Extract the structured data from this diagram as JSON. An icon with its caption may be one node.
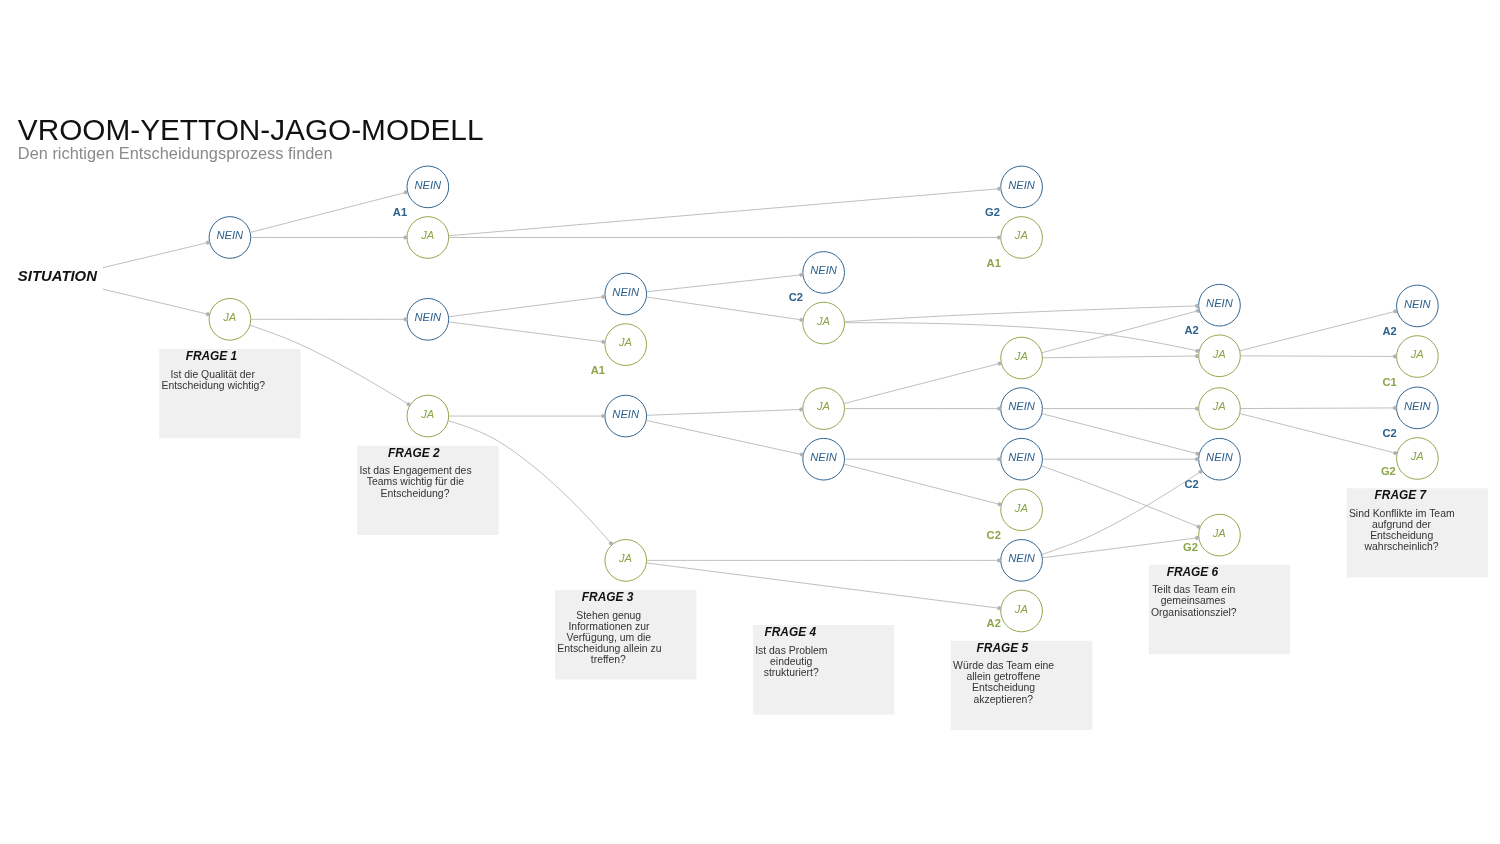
{
  "diagram": {
    "title": "VROOM-YETTON-JAGO-MODELL",
    "caption": "Den richtigen Entscheidungsprozess finden",
    "nodes": [
      {
        "text": [
          "SITUATION"
        ]
      },
      {
        "text": [
          "NEIN"
        ]
      },
      {
        "text": [
          "JA"
        ]
      },
      {
        "text": [
          "NEIN"
        ],
        "beside": [
          "A1"
        ]
      },
      {
        "text": [
          "JA"
        ]
      },
      {
        "text": [
          "NEIN"
        ]
      },
      {
        "text": [
          "JA"
        ]
      },
      {
        "text": [
          "NEIN"
        ]
      },
      {
        "text": [
          "JA"
        ],
        "beside": [
          "A1"
        ]
      },
      {
        "text": [
          "NEIN"
        ]
      },
      {
        "text": [
          "JA"
        ]
      },
      {
        "text": [
          "NEIN"
        ],
        "beside": [
          "C2"
        ]
      },
      {
        "text": [
          "JA"
        ]
      },
      {
        "text": [
          "NEIN"
        ]
      },
      {
        "text": [
          "JA"
        ]
      },
      {
        "text": [
          "NEIN"
        ],
        "beside": [
          "G2"
        ]
      },
      {
        "text": [
          "JA"
        ],
        "beside": [
          "A1"
        ]
      },
      {
        "text": [
          "NEIN"
        ]
      },
      {
        "text": [
          "JA"
        ],
        "beside": [
          "C2"
        ]
      },
      {
        "text": [
          "NEIN"
        ]
      },
      {
        "text": [
          "JA"
        ]
      },
      {
        "text": [
          "NEIN"
        ]
      },
      {
        "text": [
          "JA"
        ],
        "beside": [
          "A2"
        ]
      },
      {
        "text": [
          "JA"
        ]
      },
      {
        "text": [
          "NEIN"
        ],
        "beside": [
          "A2"
        ]
      },
      {
        "text": [
          "JA"
        ]
      },
      {
        "text": [
          "NEIN"
        ],
        "beside": [
          "C2"
        ]
      },
      {
        "text": [
          "JA"
        ],
        "beside": [
          "G2"
        ]
      },
      {
        "text": [
          "NEIN"
        ],
        "beside": [
          "C2"
        ]
      },
      {
        "text": [
          "JA"
        ],
        "beside": [
          "G2"
        ]
      },
      {
        "text": [
          "NEIN"
        ],
        "beside": [
          "A2"
        ]
      },
      {
        "text": [
          "JA"
        ],
        "beside": [
          "C1"
        ]
      }
    ],
    "edges": [
      {
        "from": 0,
        "to": 1,
        "arrow": "other"
      },
      {
        "from": 0,
        "to": 2,
        "arrow": "other"
      },
      {
        "from": 1,
        "to": 3,
        "arrow": "other"
      },
      {
        "from": 1,
        "to": 4,
        "arrow": "other"
      },
      {
        "from": 2,
        "to": 5,
        "arrow": "other"
      },
      {
        "from": 2,
        "to": 6,
        "arrow": "other"
      },
      {
        "from": 4,
        "to": 15,
        "arrow": "other"
      },
      {
        "from": 4,
        "to": 16,
        "arrow": "other"
      },
      {
        "from": 5,
        "to": 7,
        "arrow": "other"
      },
      {
        "from": 5,
        "to": 8,
        "arrow": "other"
      },
      {
        "from": 6,
        "to": 9,
        "arrow": "other"
      },
      {
        "from": 6,
        "to": 10,
        "arrow": "other"
      },
      {
        "from": 7,
        "to": 11,
        "arrow": "other"
      },
      {
        "from": 7,
        "to": 12,
        "arrow": "other"
      },
      {
        "from": 9,
        "to": 13,
        "arrow": "other"
      },
      {
        "from": 9,
        "to": 14,
        "arrow": "other"
      },
      {
        "from": 10,
        "to": 21,
        "arrow": "other"
      },
      {
        "from": 10,
        "to": 22,
        "arrow": "other"
      },
      {
        "from": 12,
        "to": 24,
        "arrow": "other"
      },
      {
        "from": 12,
        "to": 25,
        "arrow": "other"
      },
      {
        "from": 13,
        "to": 17,
        "arrow": "other"
      },
      {
        "from": 13,
        "to": 18,
        "arrow": "other"
      },
      {
        "from": 14,
        "to": 19,
        "arrow": "other"
      },
      {
        "from": 14,
        "to": 20,
        "arrow": "other"
      },
      {
        "from": 17,
        "to": 26,
        "arrow": "other"
      },
      {
        "from": 17,
        "to": 27,
        "arrow": "other"
      },
      {
        "from": 19,
        "to": 23,
        "arrow": "other"
      },
      {
        "from": 19,
        "to": 26,
        "arrow": "other"
      },
      {
        "from": 20,
        "to": 24,
        "arrow": "other"
      },
      {
        "from": 20,
        "to": 25,
        "arrow": "other"
      },
      {
        "from": 21,
        "to": 26,
        "arrow": "other"
      },
      {
        "from": 21,
        "to": 27,
        "arrow": "other"
      },
      {
        "from": 23,
        "to": 28,
        "arrow": "other"
      },
      {
        "from": 23,
        "to": 29,
        "arrow": "other"
      },
      {
        "from": 25,
        "to": 30,
        "arrow": "other"
      },
      {
        "from": 25,
        "to": 31,
        "arrow": "other"
      }
    ],
    "labels": [
      "FRAGE 1",
      "Ist die Qualität der Entscheidung wichtig?",
      "FRAGE 2",
      "Ist das Engagement des Teams wichtig für die Entscheidung?",
      "FRAGE 3",
      "Stehen genug Informationen zur Verfügung, um die Entscheidung allein zu treffen?",
      "FRAGE 4",
      "Ist das Problem eindeutig strukturiert?",
      "FRAGE 5",
      "Würde das Team eine allein getroffene Entscheidung akzeptieren?",
      "FRAGE 6",
      "Teilt das Team ein gemeinsames Organisationsziel?",
      "FRAGE 7",
      "Sind Konflikte im Team aufgrund der Entscheidung wahrscheinlich?"
    ]
  }
}
